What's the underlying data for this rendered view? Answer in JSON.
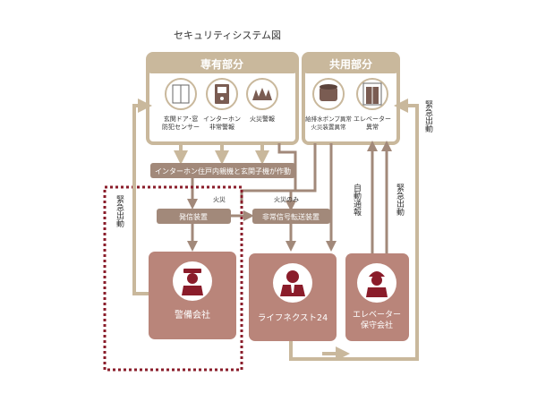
{
  "title": "セキュリティシステム図",
  "private_header": "専有部分",
  "common_header": "共用部分",
  "private_items": [
    {
      "label1": "玄関ドア･窓",
      "label2": "防犯センサー",
      "icon": "door-window-icon"
    },
    {
      "label1": "インターホン",
      "label2": "非常警報",
      "icon": "intercom-icon"
    },
    {
      "label1": "火災警報",
      "label2": "",
      "icon": "fire-alarm-icon"
    }
  ],
  "common_items": [
    {
      "label1": "給排水ポンプ異常",
      "label2": "火災装置異常",
      "icon": "water-tank-icon"
    },
    {
      "label1": "エレベーター",
      "label2": "異常",
      "icon": "elevator-icon"
    }
  ],
  "intercom_bar": "インターホン住戸内親機と玄関子機が作動",
  "transmitter": "発信装置",
  "emergency_transfer": "非常信号転送装置",
  "fire_label_1": "火災",
  "fire_label_2": "火災のみ",
  "emergency_dispatch_1": "緊急出動",
  "emergency_dispatch_2": "緊急出動",
  "emergency_dispatch_3": "緊急出動",
  "auto_report": "自動通報",
  "security_company": "警備会社",
  "lifenext": "ライフネクスト24",
  "elevator_company_1": "エレベーター",
  "elevator_company_2": "保守会社",
  "colors": {
    "beige": "#c9b89c",
    "brown": "#a2897a",
    "rose": "#b9857a",
    "dashed": "#8a1c2a"
  }
}
